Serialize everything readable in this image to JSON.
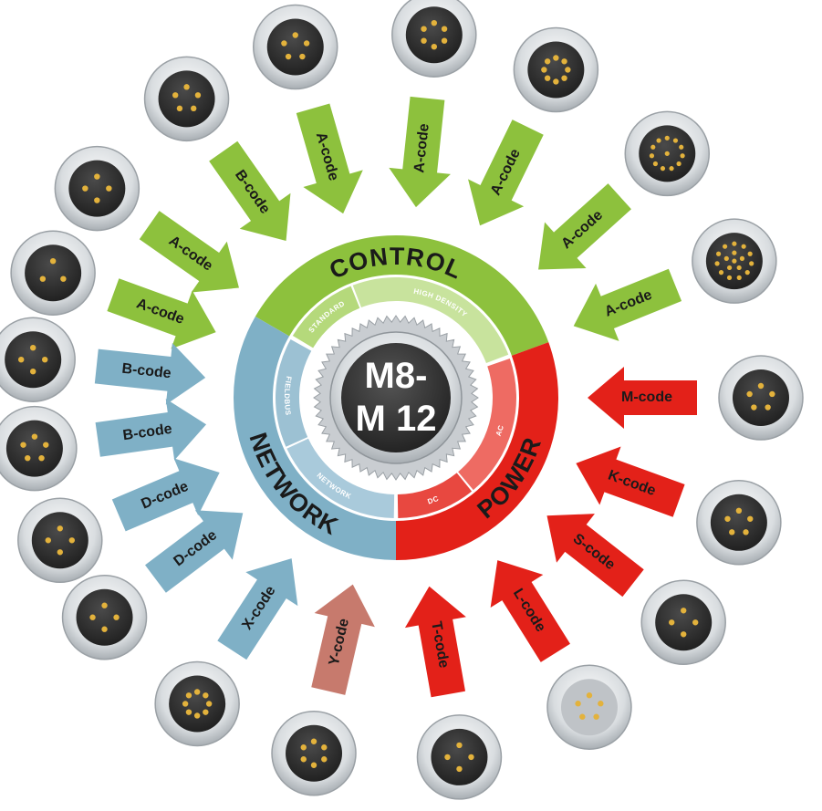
{
  "center": {
    "line1": "M8-",
    "line2": "M 12"
  },
  "ring": {
    "control": {
      "label": "CONTROL",
      "color": "#8dc13d",
      "standard": "STANDARD",
      "high_density": "HIGH DENSITY"
    },
    "power": {
      "label": "POWER",
      "color": "#e32119",
      "ac": "AC",
      "dc": "DC"
    },
    "network": {
      "label": "NETWORK",
      "color": "#7fb0c6",
      "fieldbus": "FIELDBUS",
      "network": "NETWORK"
    }
  },
  "colors": {
    "control": "#8dc13d",
    "power": "#e32119",
    "network": "#7fb0c6",
    "connector_face": "#333333",
    "pin": "#e3b23c"
  },
  "connectors": [
    {
      "code": "A-code",
      "group": "control",
      "pins": 3,
      "icon": "connector-3pin-icon"
    },
    {
      "code": "A-code",
      "group": "control",
      "pins": 4,
      "icon": "connector-4pin-icon"
    },
    {
      "code": "B-code",
      "group": "control",
      "pins": 5,
      "icon": "connector-5pin-icon"
    },
    {
      "code": "A-code",
      "group": "control",
      "pins": 5,
      "icon": "connector-5pin-icon"
    },
    {
      "code": "A-code",
      "group": "control",
      "pins": 6,
      "icon": "connector-6pin-icon"
    },
    {
      "code": "A-code",
      "group": "control",
      "pins": 8,
      "icon": "connector-8pin-icon"
    },
    {
      "code": "A-code",
      "group": "control",
      "pins": 12,
      "icon": "connector-12pin-icon"
    },
    {
      "code": "A-code",
      "group": "control",
      "pins": 17,
      "icon": "connector-17pin-icon"
    },
    {
      "code": "M-code",
      "group": "power",
      "pins": 5,
      "icon": "connector-power-icon"
    },
    {
      "code": "K-code",
      "group": "power",
      "pins": 5,
      "icon": "connector-power-icon"
    },
    {
      "code": "S-code",
      "group": "power",
      "pins": 4,
      "icon": "connector-power-icon"
    },
    {
      "code": "L-code",
      "group": "power",
      "pins": 5,
      "icon": "connector-power-icon"
    },
    {
      "code": "T-code",
      "group": "power",
      "pins": 4,
      "icon": "connector-power-icon"
    },
    {
      "code": "Y-code",
      "group": "network",
      "pins": 6,
      "icon": "connector-hybrid-icon"
    },
    {
      "code": "X-code",
      "group": "network",
      "pins": 8,
      "icon": "connector-xcode-icon"
    },
    {
      "code": "D-code",
      "group": "network",
      "pins": 4,
      "icon": "connector-4pin-icon"
    },
    {
      "code": "D-code",
      "group": "network",
      "pins": 4,
      "icon": "connector-4pin-icon"
    },
    {
      "code": "B-code",
      "group": "network",
      "pins": 5,
      "icon": "connector-5pin-icon"
    },
    {
      "code": "B-code",
      "group": "network",
      "pins": 4,
      "icon": "connector-4pin-icon"
    }
  ]
}
